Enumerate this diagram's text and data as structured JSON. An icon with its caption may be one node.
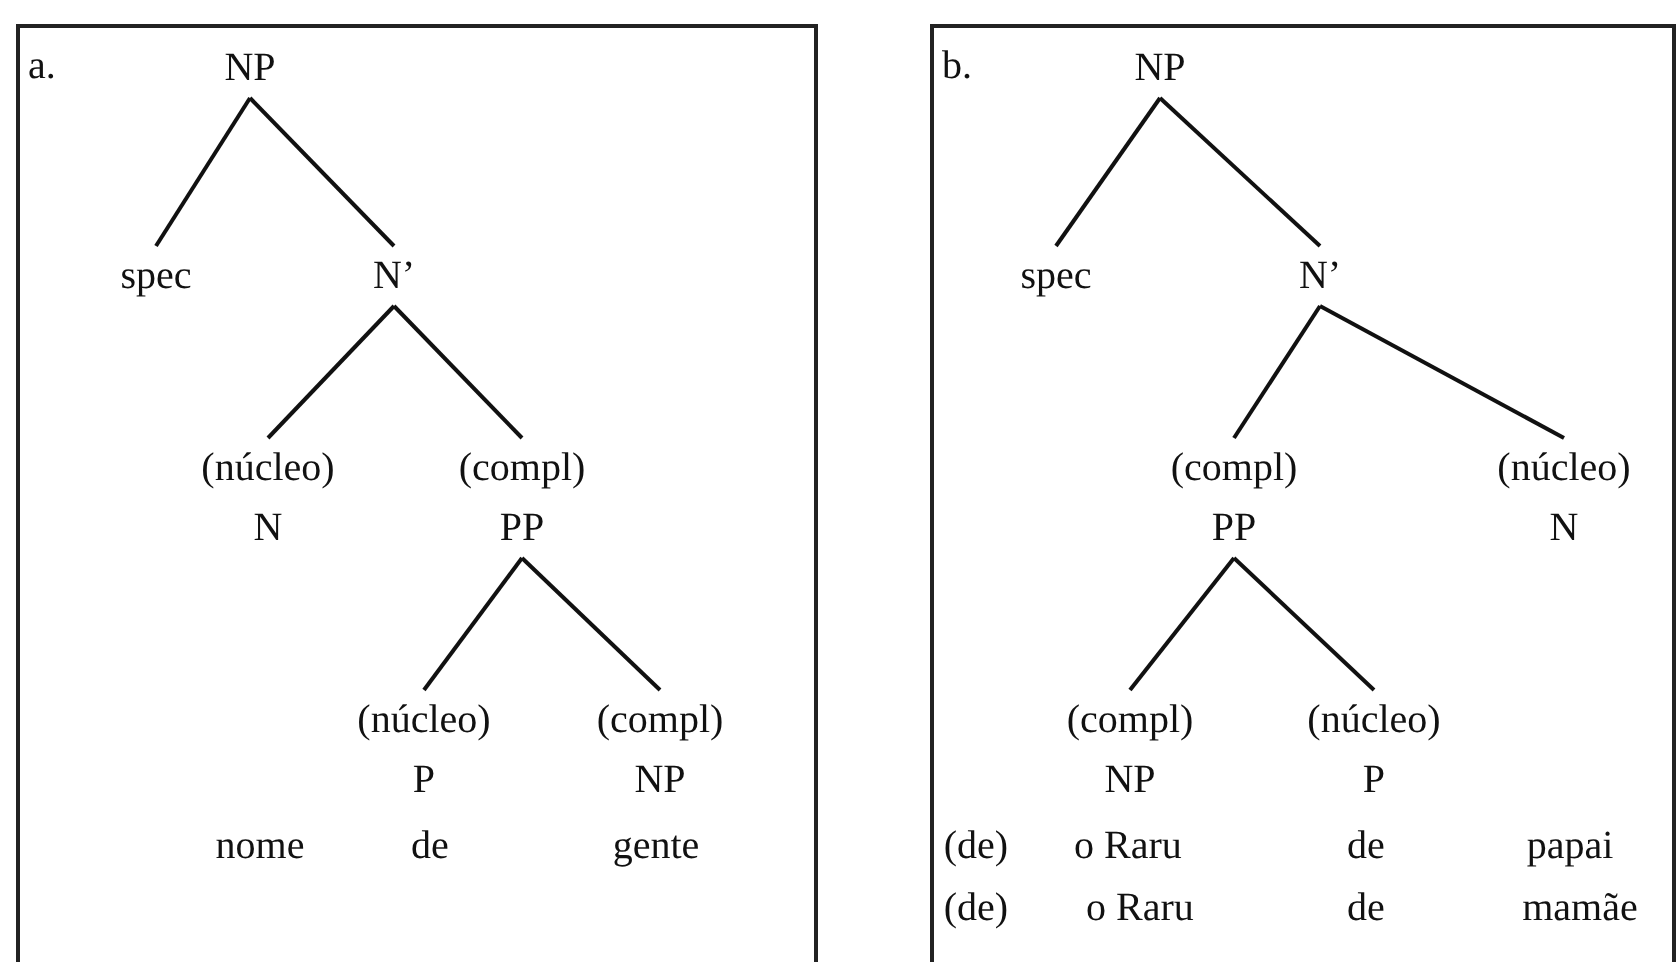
{
  "diagram": {
    "nodes": [
      {
        "text": [
          "a."
        ]
      },
      {
        "text": [
          "NP"
        ],
        "in": 0
      },
      {
        "text": [
          "spec"
        ],
        "in": 0
      },
      {
        "text": [
          "N’"
        ],
        "in": 0
      },
      {
        "text": [
          "(núcleo)",
          "N"
        ],
        "in": 0
      },
      {
        "text": [
          "(compl)",
          "PP"
        ],
        "in": 0
      },
      {
        "text": [
          "(núcleo)",
          "P"
        ],
        "in": 0
      },
      {
        "text": [
          "(compl)",
          "NP"
        ],
        "in": 0
      },
      {
        "text": [
          "b."
        ]
      },
      {
        "text": [
          "NP"
        ],
        "in": 8
      },
      {
        "text": [
          "spec"
        ],
        "in": 8
      },
      {
        "text": [
          "N’"
        ],
        "in": 8
      },
      {
        "text": [
          "(compl)",
          "PP"
        ],
        "in": 8
      },
      {
        "text": [
          "(núcleo)",
          "N"
        ],
        "in": 8
      },
      {
        "text": [
          "(compl)",
          "NP"
        ],
        "in": 8
      },
      {
        "text": [
          "(núcleo)",
          "P"
        ],
        "in": 8
      }
    ],
    "edges": [
      {
        "from": 1,
        "to": 2,
        "arrow": "none"
      },
      {
        "from": 1,
        "to": 3,
        "arrow": "none"
      },
      {
        "from": 3,
        "to": 4,
        "arrow": "none"
      },
      {
        "from": 3,
        "to": 5,
        "arrow": "none"
      },
      {
        "from": 5,
        "to": 6,
        "arrow": "none"
      },
      {
        "from": 5,
        "to": 7,
        "arrow": "none"
      },
      {
        "from": 9,
        "to": 10,
        "arrow": "none"
      },
      {
        "from": 9,
        "to": 11,
        "arrow": "none"
      },
      {
        "from": 11,
        "to": 12,
        "arrow": "none"
      },
      {
        "from": 11,
        "to": 13,
        "arrow": "none"
      },
      {
        "from": 12,
        "to": 14,
        "arrow": "none"
      },
      {
        "from": 12,
        "to": 15,
        "arrow": "none"
      }
    ],
    "labels": [
      "nome",
      "de",
      "gente",
      "(de)",
      "o Raru",
      "de",
      "papai",
      "(de)",
      "o Raru",
      "de",
      "mamãe"
    ]
  }
}
